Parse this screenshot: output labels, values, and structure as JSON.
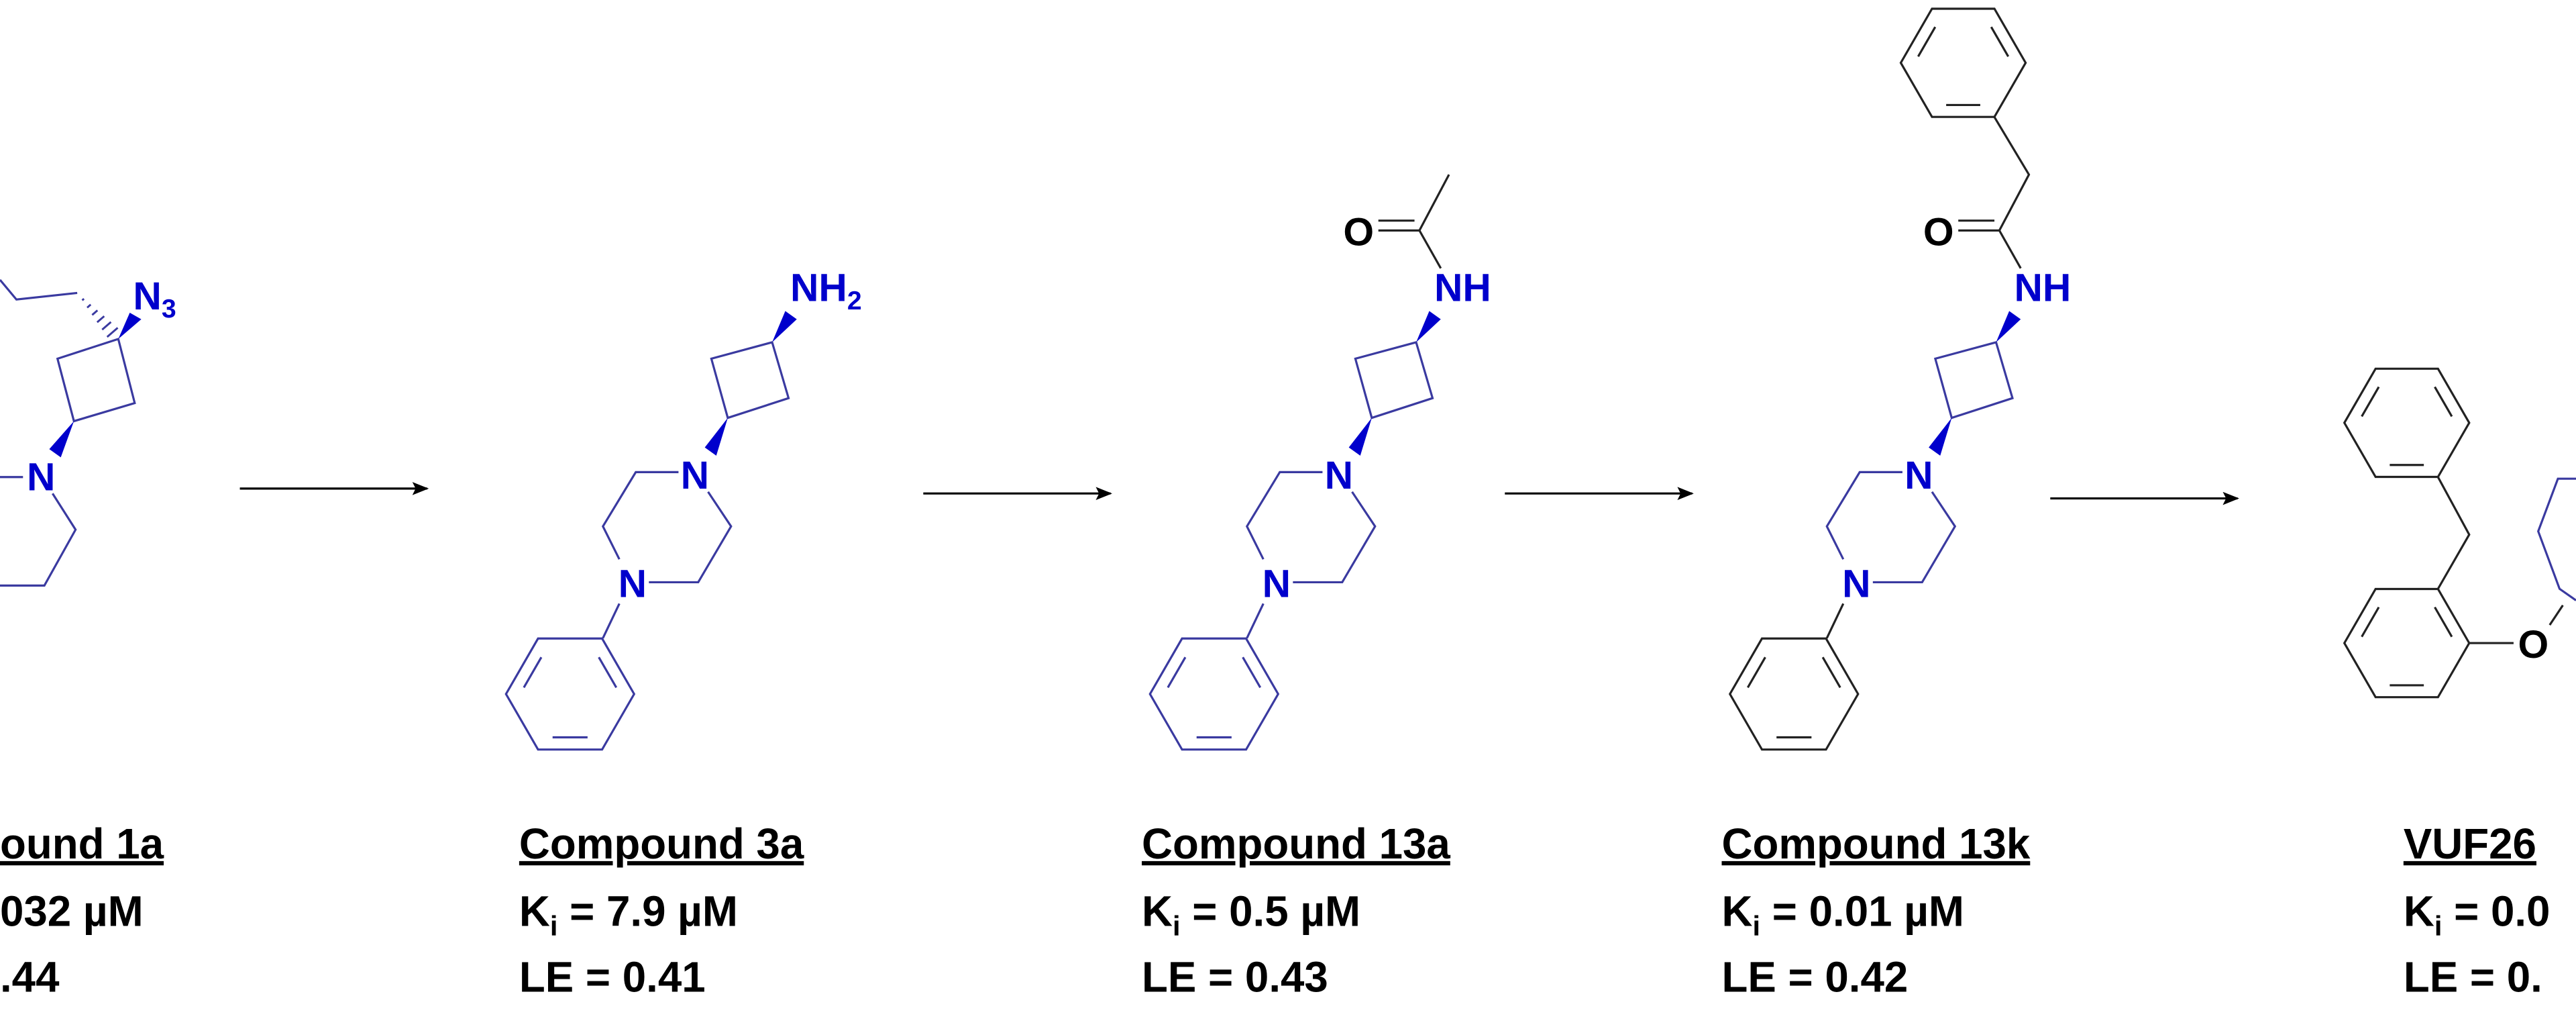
{
  "colors": {
    "heteroatom_blue": "#0000cc",
    "bond_blue": "#3a3aa0",
    "bond_black": "#222222",
    "text": "#000000"
  },
  "compounds": [
    {
      "name": "ound 1a",
      "ki_value": "032 µM",
      "le": ".44",
      "atoms": {
        "azide": "N",
        "azide_sub": "3",
        "n1": "N"
      }
    },
    {
      "name": "Compound 3a",
      "ki_k": "K",
      "ki_sub": "i",
      "ki_value": " = 7.9 µM",
      "le": "LE = 0.41",
      "atoms": {
        "amine": "NH",
        "amine_sub": "2",
        "n1": "N",
        "n2": "N"
      }
    },
    {
      "name": "Compound 13a",
      "ki_k": "K",
      "ki_sub": "i",
      "ki_value": " = 0.5 µM",
      "le": "LE = 0.43",
      "atoms": {
        "o": "O",
        "amide": "NH",
        "n1": "N",
        "n2": "N"
      }
    },
    {
      "name": "Compound 13k",
      "ki_k": "K",
      "ki_sub": "i",
      "ki_value": " = 0.01 µM",
      "le": "LE = 0.42",
      "atoms": {
        "o": "O",
        "amide": "NH",
        "n1": "N",
        "n2": "N"
      }
    },
    {
      "name": "VUF26",
      "ki_k": "K",
      "ki_sub": "i",
      "ki_value": " = 0.0",
      "le": "LE = 0.",
      "atoms": {
        "o": "O"
      }
    }
  ],
  "arrows": 4
}
